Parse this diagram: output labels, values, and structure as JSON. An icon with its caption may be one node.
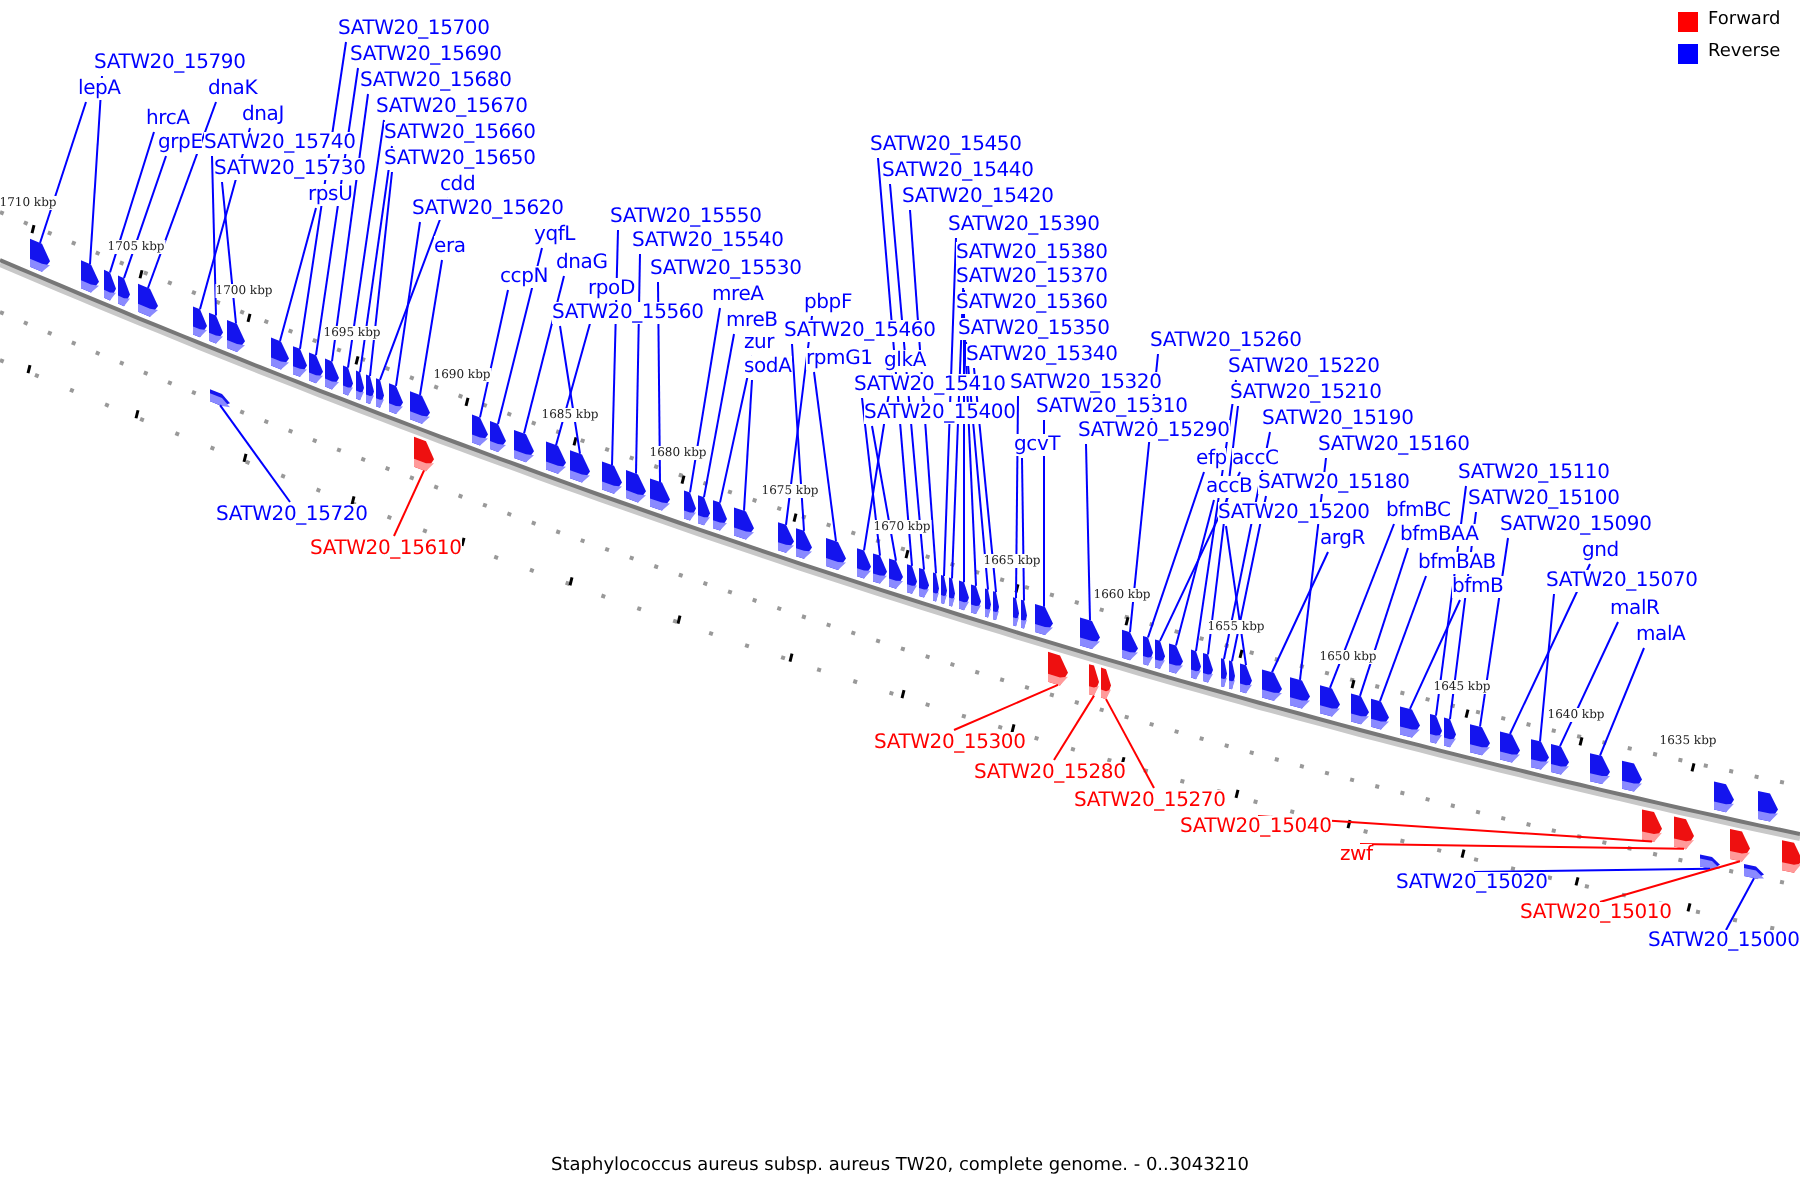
{
  "diagram": {
    "caption": "Staphylococcus aureus subsp. aureus TW20, complete genome. - 0..3043210",
    "nodes": [
      {
        "text": [
          "SATW20_15790"
        ]
      },
      {
        "text": [
          "lepA"
        ]
      },
      {
        "text": [
          "hrcA"
        ]
      },
      {
        "text": [
          "dnaK"
        ]
      },
      {
        "text": [
          "dnaJ"
        ]
      },
      {
        "text": [
          "grpE"
        ]
      },
      {
        "text": [
          "SATW20_15740"
        ]
      },
      {
        "text": [
          "SATW20_15730"
        ]
      },
      {
        "text": [
          "rpsU"
        ]
      },
      {
        "text": [
          "SATW20_15700"
        ]
      },
      {
        "text": [
          "SATW20_15690"
        ]
      },
      {
        "text": [
          "SATW20_15680"
        ]
      },
      {
        "text": [
          "SATW20_15670"
        ]
      },
      {
        "text": [
          "SATW20_15660"
        ]
      },
      {
        "text": [
          "SATW20_15650"
        ]
      },
      {
        "text": [
          "cdd"
        ]
      },
      {
        "text": [
          "SATW20_15620"
        ]
      },
      {
        "text": [
          "era"
        ]
      },
      {
        "text": [
          "yqfL"
        ]
      },
      {
        "text": [
          "ccpN"
        ]
      },
      {
        "text": [
          "dnaG"
        ]
      },
      {
        "text": [
          "rpoD"
        ]
      },
      {
        "text": [
          "SATW20_15560"
        ]
      },
      {
        "text": [
          "SATW20_15550"
        ]
      },
      {
        "text": [
          "SATW20_15540"
        ]
      },
      {
        "text": [
          "SATW20_15530"
        ]
      },
      {
        "text": [
          "mreA"
        ]
      },
      {
        "text": [
          "mreB"
        ]
      },
      {
        "text": [
          "zur"
        ]
      },
      {
        "text": [
          "sodA"
        ]
      },
      {
        "text": [
          "pbpF"
        ]
      },
      {
        "text": [
          "SATW20_15460"
        ]
      },
      {
        "text": [
          "rpmG1"
        ]
      },
      {
        "text": [
          "glkA"
        ]
      },
      {
        "text": [
          "SATW20_15410"
        ]
      },
      {
        "text": [
          "SATW20_15400"
        ]
      },
      {
        "text": [
          "SATW20_15450"
        ]
      },
      {
        "text": [
          "SATW20_15440"
        ]
      },
      {
        "text": [
          "SATW20_15420"
        ]
      },
      {
        "text": [
          "SATW20_15390"
        ]
      },
      {
        "text": [
          "SATW20_15380"
        ]
      },
      {
        "text": [
          "SATW20_15370"
        ]
      },
      {
        "text": [
          "SATW20_15360"
        ]
      },
      {
        "text": [
          "SATW20_15350"
        ]
      },
      {
        "text": [
          "SATW20_15340"
        ]
      },
      {
        "text": [
          "SATW20_15320"
        ]
      },
      {
        "text": [
          "SATW20_15310"
        ]
      },
      {
        "text": [
          "gcvT"
        ]
      },
      {
        "text": [
          "SATW20_15290"
        ]
      },
      {
        "text": [
          "SATW20_15260"
        ]
      },
      {
        "text": [
          "SATW20_15220"
        ]
      },
      {
        "text": [
          "SATW20_15210"
        ]
      },
      {
        "text": [
          "SATW20_15190"
        ]
      },
      {
        "text": [
          "SATW20_15160"
        ]
      },
      {
        "text": [
          "efp"
        ]
      },
      {
        "text": [
          "accC"
        ]
      },
      {
        "text": [
          "accB"
        ]
      },
      {
        "text": [
          "SATW20_15180"
        ]
      },
      {
        "text": [
          "SATW20_15200"
        ]
      },
      {
        "text": [
          "argR"
        ]
      },
      {
        "text": [
          "SATW20_15110"
        ]
      },
      {
        "text": [
          "SATW20_15100"
        ]
      },
      {
        "text": [
          "SATW20_15090"
        ]
      },
      {
        "text": [
          "bfmBC"
        ]
      },
      {
        "text": [
          "bfmBAA"
        ]
      },
      {
        "text": [
          "bfmBAB"
        ]
      },
      {
        "text": [
          "bfmB"
        ]
      },
      {
        "text": [
          "gnd"
        ]
      },
      {
        "text": [
          "SATW20_15070"
        ]
      },
      {
        "text": [
          "malR"
        ]
      },
      {
        "text": [
          "malA"
        ]
      },
      {
        "text": [
          "SATW20_15720"
        ]
      },
      {
        "text": [
          "SATW20_15610"
        ]
      },
      {
        "text": [
          "SATW20_15300"
        ]
      },
      {
        "text": [
          "SATW20_15280"
        ]
      },
      {
        "text": [
          "SATW20_15270"
        ]
      },
      {
        "text": [
          "SATW20_15040"
        ]
      },
      {
        "text": [
          "zwf"
        ]
      },
      {
        "text": [
          "SATW20_15020"
        ]
      },
      {
        "text": [
          "SATW20_15010"
        ]
      },
      {
        "text": [
          "SATW20_15000"
        ]
      },
      {
        "text": [],
        "shape": "arrow"
      },
      {
        "text": [],
        "shape": "arrow"
      },
      {
        "text": [],
        "shape": "arrow"
      },
      {
        "text": [],
        "shape": "arrow"
      },
      {
        "text": [],
        "shape": "arrow"
      },
      {
        "text": [],
        "shape": "arrow"
      },
      {
        "text": [],
        "shape": "arrow"
      },
      {
        "text": [],
        "shape": "arrow"
      },
      {
        "text": [],
        "shape": "arrow"
      },
      {
        "text": [],
        "shape": "arrow"
      },
      {
        "text": [],
        "shape": "arrow"
      },
      {
        "text": [],
        "shape": "arrow"
      },
      {
        "text": [],
        "shape": "arrow"
      },
      {
        "text": [],
        "shape": "arrow"
      },
      {
        "text": [],
        "shape": "arrow"
      },
      {
        "text": [],
        "shape": "arrow"
      },
      {
        "text": [],
        "shape": "arrow"
      },
      {
        "text": [],
        "shape": "arrow"
      },
      {
        "text": [],
        "shape": "arrow"
      },
      {
        "text": [],
        "shape": "arrow"
      },
      {
        "text": [],
        "shape": "arrow"
      },
      {
        "text": [],
        "shape": "arrow"
      },
      {
        "text": [],
        "shape": "arrow"
      },
      {
        "text": [],
        "shape": "arrow"
      },
      {
        "text": [],
        "shape": "arrow"
      },
      {
        "text": [],
        "shape": "arrow"
      },
      {
        "text": [],
        "shape": "arrow"
      },
      {
        "text": [],
        "shape": "arrow"
      },
      {
        "text": [],
        "shape": "arrow"
      },
      {
        "text": [],
        "shape": "arrow"
      },
      {
        "text": [],
        "shape": "arrow"
      },
      {
        "text": [],
        "shape": "arrow"
      },
      {
        "text": [],
        "shape": "arrow"
      },
      {
        "text": [],
        "shape": "arrow"
      },
      {
        "text": [],
        "shape": "arrow"
      },
      {
        "text": [],
        "shape": "arrow"
      },
      {
        "text": [],
        "shape": "arrow"
      },
      {
        "text": [],
        "shape": "arrow"
      },
      {
        "text": [],
        "shape": "arrow"
      },
      {
        "text": [],
        "shape": "arrow"
      },
      {
        "text": [],
        "shape": "arrow"
      },
      {
        "text": [],
        "shape": "arrow"
      },
      {
        "text": [],
        "shape": "arrow"
      },
      {
        "text": [],
        "shape": "arrow"
      },
      {
        "text": [],
        "shape": "arrow"
      },
      {
        "text": [],
        "shape": "arrow"
      },
      {
        "text": [],
        "shape": "arrow"
      },
      {
        "text": [],
        "shape": "arrow"
      },
      {
        "text": [],
        "shape": "arrow"
      },
      {
        "text": [],
        "shape": "arrow"
      },
      {
        "text": [],
        "shape": "arrow"
      },
      {
        "text": [],
        "shape": "arrow"
      },
      {
        "text": [],
        "shape": "arrow"
      },
      {
        "text": [],
        "shape": "arrow"
      },
      {
        "text": [],
        "shape": "arrow"
      },
      {
        "text": [],
        "shape": "arrow"
      },
      {
        "text": [],
        "shape": "arrow"
      },
      {
        "text": [],
        "shape": "arrow"
      },
      {
        "text": [],
        "shape": "arrow"
      },
      {
        "text": [],
        "shape": "arrow"
      },
      {
        "text": [],
        "shape": "arrow"
      },
      {
        "text": [],
        "shape": "arrow"
      },
      {
        "text": [],
        "shape": "arrow"
      },
      {
        "text": [],
        "shape": "arrow"
      },
      {
        "text": [],
        "shape": "arrow"
      },
      {
        "text": [],
        "shape": "arrow"
      },
      {
        "text": [],
        "shape": "arrow"
      },
      {
        "text": [],
        "shape": "arrow"
      },
      {
        "text": [],
        "shape": "arrow"
      },
      {
        "text": [],
        "shape": "arrow"
      },
      {
        "text": [],
        "shape": "arrow"
      },
      {
        "text": [],
        "shape": "arrow"
      },
      {
        "text": [],
        "shape": "arrow"
      },
      {
        "text": [],
        "shape": "arrow"
      },
      {
        "text": [],
        "shape": "arrow"
      },
      {
        "text": [],
        "shape": "arrow"
      },
      {
        "text": [],
        "shape": "arrow"
      },
      {
        "text": [],
        "shape": "arrow"
      },
      {
        "text": [],
        "shape": "arrow"
      },
      {
        "text": [],
        "shape": "arrow"
      },
      {
        "text": [],
        "shape": "arrow"
      },
      {
        "text": [],
        "shape": "arrow"
      },
      {
        "text": [],
        "shape": "arrow"
      },
      {
        "text": [],
        "shape": "arrow"
      },
      {
        "text": [],
        "shape": "arrow"
      }
    ],
    "edges": [
      {
        "from": 0,
        "to": 82,
        "arrow": "none"
      },
      {
        "from": 1,
        "to": 81,
        "arrow": "none"
      },
      {
        "from": 2,
        "to": 83,
        "arrow": "none"
      },
      {
        "from": 3,
        "to": 85,
        "arrow": "none"
      },
      {
        "from": 4,
        "to": 86,
        "arrow": "none"
      },
      {
        "from": 5,
        "to": 84,
        "arrow": "none"
      },
      {
        "from": 6,
        "to": 87,
        "arrow": "none"
      },
      {
        "from": 7,
        "to": 89,
        "arrow": "none"
      },
      {
        "from": 8,
        "to": 90,
        "arrow": "none"
      },
      {
        "from": 9,
        "to": 91,
        "arrow": "none"
      },
      {
        "from": 10,
        "to": 92,
        "arrow": "none"
      },
      {
        "from": 11,
        "to": 93,
        "arrow": "none"
      },
      {
        "from": 12,
        "to": 94,
        "arrow": "none"
      },
      {
        "from": 13,
        "to": 95,
        "arrow": "none"
      },
      {
        "from": 14,
        "to": 96,
        "arrow": "none"
      },
      {
        "from": 15,
        "to": 97,
        "arrow": "none"
      },
      {
        "from": 16,
        "to": 98,
        "arrow": "none"
      },
      {
        "from": 17,
        "to": 100,
        "arrow": "none"
      },
      {
        "from": 18,
        "to": 102,
        "arrow": "none"
      },
      {
        "from": 19,
        "to": 101,
        "arrow": "none"
      },
      {
        "from": 20,
        "to": 103,
        "arrow": "none"
      },
      {
        "from": 21,
        "to": 104,
        "arrow": "none"
      },
      {
        "from": 22,
        "to": 105,
        "arrow": "none"
      },
      {
        "from": 23,
        "to": 106,
        "arrow": "none"
      },
      {
        "from": 24,
        "to": 107,
        "arrow": "none"
      },
      {
        "from": 25,
        "to": 108,
        "arrow": "none"
      },
      {
        "from": 26,
        "to": 109,
        "arrow": "none"
      },
      {
        "from": 27,
        "to": 110,
        "arrow": "none"
      },
      {
        "from": 28,
        "to": 111,
        "arrow": "none"
      },
      {
        "from": 29,
        "to": 112,
        "arrow": "none"
      },
      {
        "from": 30,
        "to": 113,
        "arrow": "none"
      },
      {
        "from": 31,
        "to": 114,
        "arrow": "none"
      },
      {
        "from": 32,
        "to": 115,
        "arrow": "none"
      },
      {
        "from": 33,
        "to": 116,
        "arrow": "none"
      },
      {
        "from": 34,
        "to": 117,
        "arrow": "none"
      },
      {
        "from": 35,
        "to": 118,
        "arrow": "none"
      },
      {
        "from": 36,
        "to": 119,
        "arrow": "none"
      },
      {
        "from": 37,
        "to": 120,
        "arrow": "none"
      },
      {
        "from": 38,
        "to": 121,
        "arrow": "none"
      },
      {
        "from": 39,
        "to": 122,
        "arrow": "none"
      },
      {
        "from": 40,
        "to": 123,
        "arrow": "none"
      },
      {
        "from": 41,
        "to": 124,
        "arrow": "none"
      },
      {
        "from": 42,
        "to": 125,
        "arrow": "none"
      },
      {
        "from": 43,
        "to": 126,
        "arrow": "none"
      },
      {
        "from": 44,
        "to": 127,
        "arrow": "none"
      },
      {
        "from": 45,
        "to": 128,
        "arrow": "none"
      },
      {
        "from": 46,
        "to": 130,
        "arrow": "none"
      },
      {
        "from": 47,
        "to": 129,
        "arrow": "none"
      },
      {
        "from": 48,
        "to": 132,
        "arrow": "none"
      },
      {
        "from": 49,
        "to": 135,
        "arrow": "none"
      },
      {
        "from": 50,
        "to": 139,
        "arrow": "none"
      },
      {
        "from": 51,
        "to": 140,
        "arrow": "none"
      },
      {
        "from": 52,
        "to": 141,
        "arrow": "none"
      },
      {
        "from": 53,
        "to": 145,
        "arrow": "none"
      },
      {
        "from": 54,
        "to": 136,
        "arrow": "none"
      },
      {
        "from": 55,
        "to": 137,
        "arrow": "none"
      },
      {
        "from": 56,
        "to": 138,
        "arrow": "none"
      },
      {
        "from": 57,
        "to": 142,
        "arrow": "none"
      },
      {
        "from": 58,
        "to": 143,
        "arrow": "none"
      },
      {
        "from": 59,
        "to": 144,
        "arrow": "none"
      },
      {
        "from": 60,
        "to": 150,
        "arrow": "none"
      },
      {
        "from": 61,
        "to": 151,
        "arrow": "none"
      },
      {
        "from": 62,
        "to": 152,
        "arrow": "none"
      },
      {
        "from": 63,
        "to": 146,
        "arrow": "none"
      },
      {
        "from": 64,
        "to": 147,
        "arrow": "none"
      },
      {
        "from": 65,
        "to": 148,
        "arrow": "none"
      },
      {
        "from": 66,
        "to": 149,
        "arrow": "none"
      },
      {
        "from": 67,
        "to": 153,
        "arrow": "none"
      },
      {
        "from": 68,
        "to": 154,
        "arrow": "none"
      },
      {
        "from": 69,
        "to": 155,
        "arrow": "none"
      },
      {
        "from": 70,
        "to": 156,
        "arrow": "none"
      },
      {
        "from": 71,
        "to": 88,
        "arrow": "none"
      },
      {
        "from": 72,
        "to": 99,
        "arrow": "none",
        "color": "#ff0000"
      },
      {
        "from": 73,
        "to": 131,
        "arrow": "none",
        "color": "#ff0000"
      },
      {
        "from": 74,
        "to": 133,
        "arrow": "none",
        "color": "#ff0000"
      },
      {
        "from": 75,
        "to": 134,
        "arrow": "none",
        "color": "#ff0000"
      },
      {
        "from": 76,
        "to": 157,
        "arrow": "none",
        "color": "#ff0000"
      },
      {
        "from": 77,
        "to": 158,
        "arrow": "none",
        "color": "#ff0000"
      },
      {
        "from": 78,
        "to": 159,
        "arrow": "none"
      },
      {
        "from": 79,
        "to": 160,
        "arrow": "none",
        "color": "#ff0000"
      },
      {
        "from": 80,
        "to": 161,
        "arrow": "none"
      }
    ],
    "labels": [
      "1710 kbp",
      "1705 kbp",
      "1700 kbp",
      "1695 kbp",
      "1690 kbp",
      "1685 kbp",
      "1680 kbp",
      "1675 kbp",
      "1670 kbp",
      "1665 kbp",
      "1660 kbp",
      "1655 kbp",
      "1650 kbp",
      "1645 kbp",
      "1640 kbp",
      "1635 kbp"
    ],
    "legend": [
      {
        "text": "Forward",
        "color": "#ff0000"
      },
      {
        "text": "Reverse",
        "color": "#0000ff"
      }
    ]
  }
}
